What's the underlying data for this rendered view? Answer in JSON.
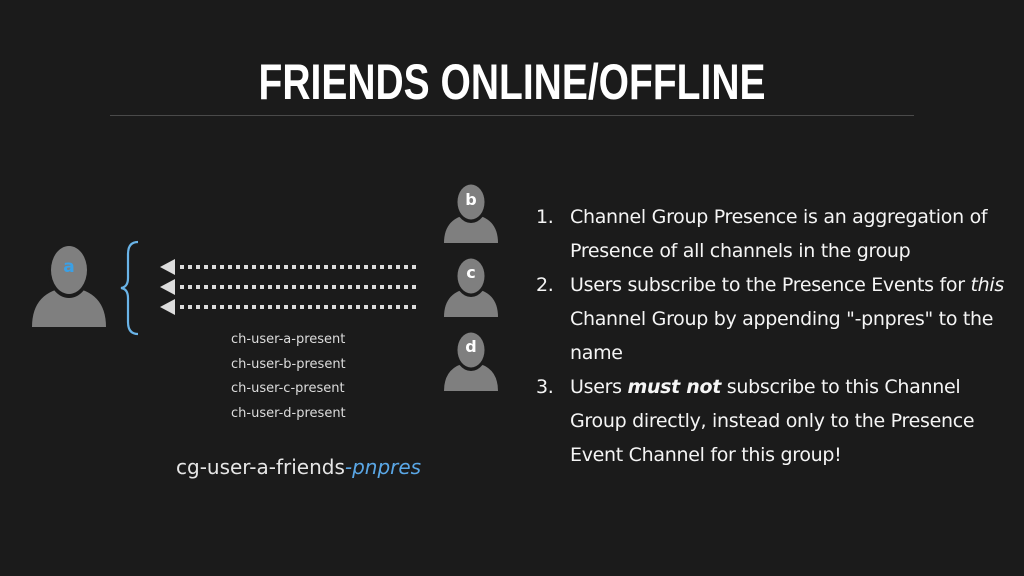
{
  "slide": {
    "title": "FRIENDS ONLINE/OFFLINE",
    "background_color": "#1b1b1b",
    "accent_color": "#5aa7e6"
  },
  "diagram": {
    "subscriber": {
      "label": "a",
      "label_color": "#3aa0e6"
    },
    "friends": [
      {
        "label": "b"
      },
      {
        "label": "c"
      },
      {
        "label": "d"
      }
    ],
    "arrows": {
      "count": 3,
      "direction": "left",
      "style": "dotted"
    },
    "channels": [
      "ch-user-a-present",
      "ch-user-b-present",
      "ch-user-c-present",
      "ch-user-d-present"
    ],
    "group_name": {
      "base": "cg-user-a-friends",
      "suffix": "-pnpres"
    }
  },
  "points": [
    {
      "number": "1.",
      "text": "Channel Group Presence is an aggregation of Presence of all channels in the group"
    },
    {
      "number": "2.",
      "pre": "Users subscribe to the Presence Events for ",
      "emphasis": "this",
      "post": " Channel Group by appending \"-pnpres\" to the name"
    },
    {
      "number": "3.",
      "pre": "Users ",
      "emphasis": "must not",
      "post": " subscribe to this Channel Group directly, instead only to the Presence Event Channel for this group!"
    }
  ]
}
